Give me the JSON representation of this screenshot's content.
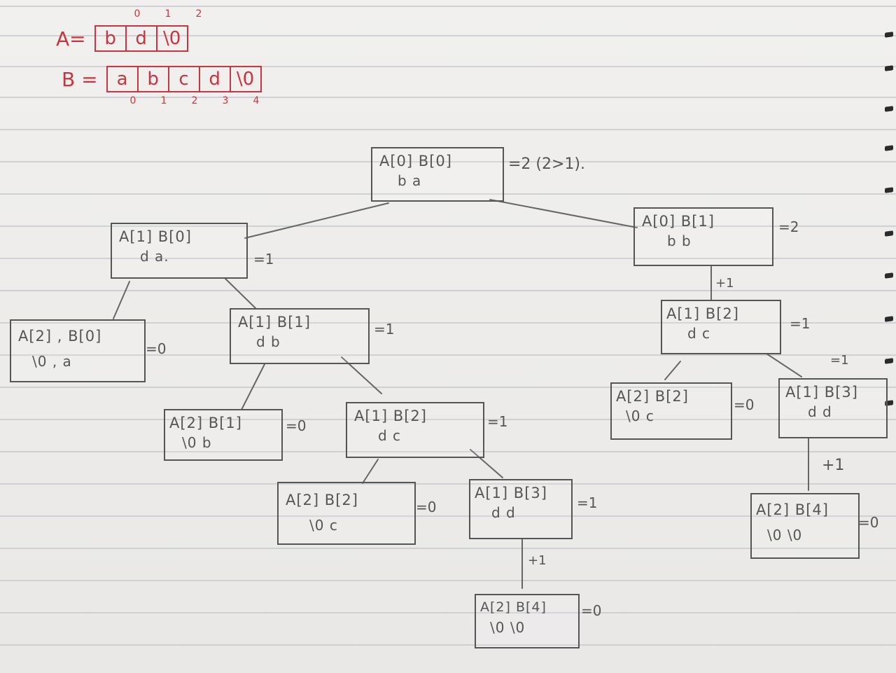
{
  "arrays": {
    "A": {
      "name": "A=",
      "top_indices": [
        "0",
        "1",
        "2"
      ],
      "cells": [
        "b",
        "d",
        "\\0"
      ]
    },
    "B": {
      "name": "B =",
      "bottom_indices": [
        "0",
        "1",
        "2",
        "3",
        "4"
      ],
      "cells": [
        "a",
        "b",
        "c",
        "d",
        "\\0"
      ]
    }
  },
  "nodes": {
    "root": {
      "line1": "A[0]  B[0]",
      "line2": "b  a",
      "result": "=2 (2>1)."
    },
    "n1": {
      "line1": "A[1]  B[0]",
      "line2": "d   a.",
      "result": "=1"
    },
    "n2": {
      "line1": "A[0]  B[1]",
      "line2": "b   b",
      "result": "=2"
    },
    "n3": {
      "line1": "A[2] , B[0]",
      "line2": "\\0 ,  a",
      "result": "=0"
    },
    "n4": {
      "line1": "A[1]  B[1]",
      "line2": "d   b",
      "result": "=1"
    },
    "n5": {
      "line1": "A[1]  B[2]",
      "line2": "d  c",
      "result": "=1"
    },
    "n6": {
      "line1": "A[2] B[1]",
      "line2": "\\0   b",
      "result": "=0"
    },
    "n7": {
      "line1": "A[1]  B[2]",
      "line2": "d    c",
      "result": "=1"
    },
    "n8": {
      "line1": "A[2]  B[2]",
      "line2": "\\0    c",
      "result": "=0"
    },
    "n9": {
      "line1": "A[1]  B[3]",
      "line2": "d  d",
      "result": "=1"
    },
    "n10": {
      "line1": "A[2]  B[4]",
      "line2": "\\0   \\0",
      "result": "=0"
    },
    "n11": {
      "line1": "A[2]  B[2]",
      "line2": "\\0     c",
      "result": "=0"
    },
    "n12": {
      "line1": "A[1]  B[3]",
      "line2": "d  d",
      "result": "=1"
    },
    "n13": {
      "line1": "A[2] B[4]",
      "line2": "\\0  \\0",
      "result": "=0"
    }
  },
  "edge_labels": {
    "plus_a": "+1",
    "plus_b": "+1",
    "plus_c": "+1",
    "eq_d": "=1"
  },
  "colors": {
    "ink_red": "#c8343f",
    "ink_gray": "#555555",
    "paper": "#ecebe9"
  }
}
